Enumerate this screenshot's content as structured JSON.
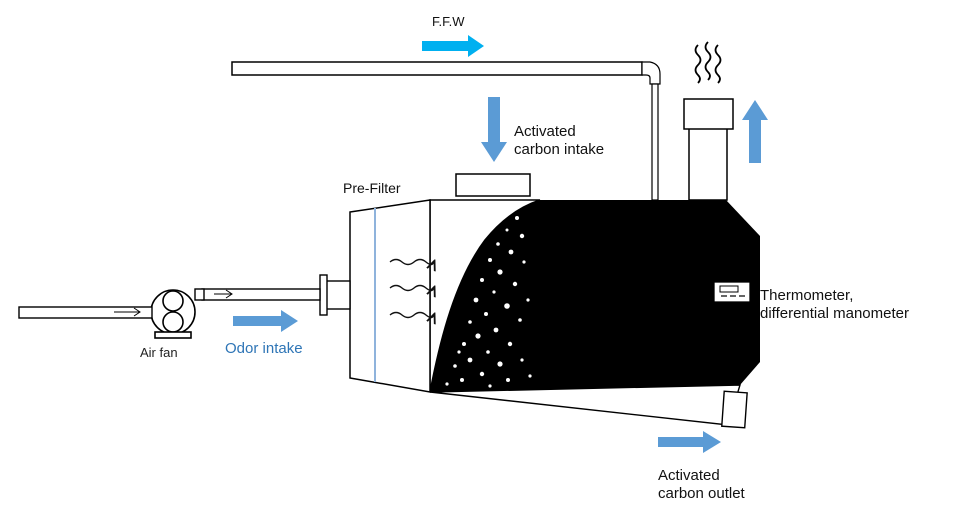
{
  "labels": {
    "ffw": "F.F.W",
    "carbon_intake_1": "Activated",
    "carbon_intake_2": "carbon intake",
    "pre_filter": "Pre-Filter",
    "thermo_1": "Thermometer,",
    "thermo_2": "differential manometer",
    "air_fan": "Air fan",
    "odor_intake": "Odor intake",
    "carbon_outlet_1": "Activated",
    "carbon_outlet_2": "carbon outlet"
  },
  "colors": {
    "flow_arrow": "#5b9bd5",
    "ffw_arrow": "#00b0f0",
    "odor_text": "#2e75b6",
    "vessel_fill": "#000000",
    "filter_line": "#8fb3dc"
  }
}
